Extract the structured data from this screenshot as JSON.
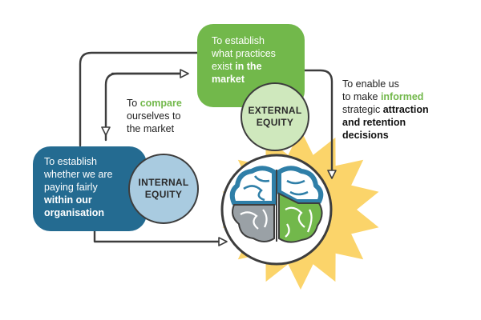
{
  "external": {
    "box_line1": "To establish",
    "box_line2": "what practices",
    "box_line3_plain": "exist ",
    "box_line3_bold": "in the",
    "box_line4_bold": "market",
    "circle_line1": "EXTERNAL",
    "circle_line2": "EQUITY"
  },
  "internal": {
    "box_line1": "To establish",
    "box_line2": "whether we are",
    "box_line3": "paying fairly",
    "box_line4_bold": "within our",
    "box_line5_bold": "organisation",
    "circle_line1": "INTERNAL",
    "circle_line2": "EQUITY"
  },
  "compare_caption": {
    "line1_plain": "To ",
    "line1_highlight": "compare",
    "line2": "ourselves to",
    "line3": "the market"
  },
  "decision_caption": {
    "line1": "To enable us",
    "line2_plain": "to make ",
    "line2_highlight": "informed",
    "line3_plain": "strategic ",
    "line3_bold": "attraction",
    "line4_bold": "and retention",
    "line5_bold": "decisions"
  },
  "colors": {
    "green": "#72b84b",
    "blue": "#246b91",
    "light_green": "#cfe8bd",
    "light_blue": "#a9cbe0",
    "burst": "#fbd46a",
    "arrow": "#3d3d3d",
    "brain_blue": "#2f7fa8",
    "brain_gray": "#9aa1a6"
  },
  "icons": [
    "brain-icon",
    "sunburst-icon"
  ]
}
